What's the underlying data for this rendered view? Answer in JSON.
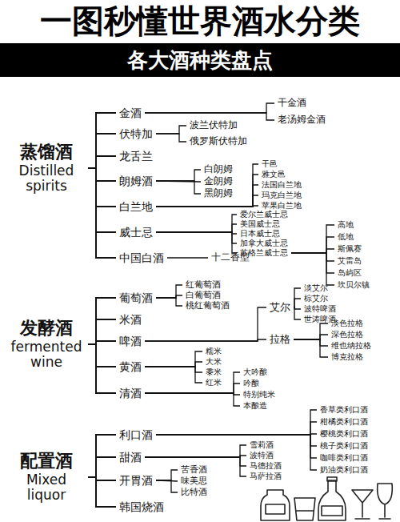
{
  "diagram": {
    "title": "一图秒懂世界酒水分类",
    "nodes": [
      {
        "text": [
          "蒸馏酒",
          "Distilled spirits"
        ]
      },
      {
        "text": [
          "金酒"
        ]
      },
      {
        "text": [
          "干金酒"
        ]
      },
      {
        "text": [
          "老汤姆金酒"
        ]
      },
      {
        "text": [
          "伏特加"
        ]
      },
      {
        "text": [
          "波兰伏特加"
        ]
      },
      {
        "text": [
          "俄罗斯伏特加"
        ]
      },
      {
        "text": [
          "龙舌兰"
        ]
      },
      {
        "text": [
          "朗姆酒"
        ]
      },
      {
        "text": [
          "白朗姆"
        ]
      },
      {
        "text": [
          "金朗姆"
        ]
      },
      {
        "text": [
          "黑朗姆"
        ]
      },
      {
        "text": [
          "白兰地"
        ]
      },
      {
        "text": [
          "干邑"
        ]
      },
      {
        "text": [
          "雅文邑"
        ]
      },
      {
        "text": [
          "法国白兰地"
        ]
      },
      {
        "text": [
          "玛克白兰地"
        ]
      },
      {
        "text": [
          "苹果白兰地"
        ]
      },
      {
        "text": [
          "威士忌"
        ]
      },
      {
        "text": [
          "爱尔兰威士忌"
        ]
      },
      {
        "text": [
          "美国威士忌"
        ]
      },
      {
        "text": [
          "日本威士忌"
        ]
      },
      {
        "text": [
          "加拿大威士忌"
        ]
      },
      {
        "text": [
          "苏格兰威士忌"
        ]
      },
      {
        "text": [
          "高地"
        ]
      },
      {
        "text": [
          "低地"
        ]
      },
      {
        "text": [
          "斯佩赛"
        ]
      },
      {
        "text": [
          "艾雷岛"
        ]
      },
      {
        "text": [
          "岛屿区"
        ]
      },
      {
        "text": [
          "坎贝尔镇"
        ]
      },
      {
        "text": [
          "中国白酒"
        ]
      },
      {
        "text": [
          "十二香型"
        ]
      },
      {
        "text": [
          "发酵酒",
          "fermented wine"
        ]
      },
      {
        "text": [
          "葡萄酒"
        ]
      },
      {
        "text": [
          "红葡萄酒"
        ]
      },
      {
        "text": [
          "白葡萄酒"
        ]
      },
      {
        "text": [
          "桃红葡萄酒"
        ]
      },
      {
        "text": [
          "米酒"
        ]
      },
      {
        "text": [
          "啤酒"
        ]
      },
      {
        "text": [
          "艾尔"
        ]
      },
      {
        "text": [
          "淡艾尔"
        ]
      },
      {
        "text": [
          "棕艾尔"
        ]
      },
      {
        "text": [
          "波特啤酒"
        ]
      },
      {
        "text": [
          "世涛啤酒"
        ]
      },
      {
        "text": [
          "拉格"
        ]
      },
      {
        "text": [
          "淡色拉格"
        ]
      },
      {
        "text": [
          "深色拉格"
        ]
      },
      {
        "text": [
          "维也纳拉格"
        ]
      },
      {
        "text": [
          "博克拉格"
        ]
      },
      {
        "text": [
          "黄酒"
        ]
      },
      {
        "text": [
          "糯米"
        ]
      },
      {
        "text": [
          "大米"
        ]
      },
      {
        "text": [
          "黍米"
        ]
      },
      {
        "text": [
          "红米"
        ]
      },
      {
        "text": [
          "清酒"
        ]
      },
      {
        "text": [
          "大吟酿"
        ]
      },
      {
        "text": [
          "吟酿"
        ]
      },
      {
        "text": [
          "特别纯米"
        ]
      },
      {
        "text": [
          "本酿造"
        ]
      },
      {
        "text": [
          "配置酒",
          "Mixed liquor"
        ]
      },
      {
        "text": [
          "利口酒"
        ]
      },
      {
        "text": [
          "香草类利口酒"
        ]
      },
      {
        "text": [
          "柑橘类利口酒"
        ]
      },
      {
        "text": [
          "樱桃类利口酒"
        ]
      },
      {
        "text": [
          "桃子类利口酒"
        ]
      },
      {
        "text": [
          "咖啡类利口酒"
        ]
      },
      {
        "text": [
          "奶油类利口酒"
        ]
      },
      {
        "text": [
          "甜酒"
        ]
      },
      {
        "text": [
          "雪莉酒"
        ]
      },
      {
        "text": [
          "波特酒"
        ]
      },
      {
        "text": [
          "马德拉酒"
        ]
      },
      {
        "text": [
          "马萨拉酒"
        ]
      },
      {
        "text": [
          "开胃酒"
        ]
      },
      {
        "text": [
          "苦香酒"
        ]
      },
      {
        "text": [
          "味美思"
        ]
      },
      {
        "text": [
          "比特酒"
        ]
      },
      {
        "text": [
          "韩国烧酒"
        ]
      }
    ],
    "edges": [
      {
        "from": 0,
        "to": 1,
        "arrow": "none"
      },
      {
        "from": 0,
        "to": 4,
        "arrow": "none"
      },
      {
        "from": 0,
        "to": 7,
        "arrow": "none"
      },
      {
        "from": 0,
        "to": 8,
        "arrow": "none"
      },
      {
        "from": 0,
        "to": 12,
        "arrow": "none"
      },
      {
        "from": 0,
        "to": 18,
        "arrow": "none"
      },
      {
        "from": 0,
        "to": 30,
        "arrow": "none"
      },
      {
        "from": 1,
        "to": 2,
        "arrow": "none"
      },
      {
        "from": 1,
        "to": 3,
        "arrow": "none"
      },
      {
        "from": 4,
        "to": 5,
        "arrow": "none"
      },
      {
        "from": 4,
        "to": 6,
        "arrow": "none"
      },
      {
        "from": 8,
        "to": 9,
        "arrow": "none"
      },
      {
        "from": 8,
        "to": 10,
        "arrow": "none"
      },
      {
        "from": 8,
        "to": 11,
        "arrow": "none"
      },
      {
        "from": 12,
        "to": 13,
        "arrow": "none"
      },
      {
        "from": 12,
        "to": 14,
        "arrow": "none"
      },
      {
        "from": 12,
        "to": 15,
        "arrow": "none"
      },
      {
        "from": 12,
        "to": 16,
        "arrow": "none"
      },
      {
        "from": 12,
        "to": 17,
        "arrow": "none"
      },
      {
        "from": 18,
        "to": 19,
        "arrow": "none"
      },
      {
        "from": 18,
        "to": 20,
        "arrow": "none"
      },
      {
        "from": 18,
        "to": 21,
        "arrow": "none"
      },
      {
        "from": 18,
        "to": 22,
        "arrow": "none"
      },
      {
        "from": 18,
        "to": 23,
        "arrow": "none"
      },
      {
        "from": 23,
        "to": 24,
        "arrow": "none"
      },
      {
        "from": 23,
        "to": 25,
        "arrow": "none"
      },
      {
        "from": 23,
        "to": 26,
        "arrow": "none"
      },
      {
        "from": 23,
        "to": 27,
        "arrow": "none"
      },
      {
        "from": 23,
        "to": 28,
        "arrow": "none"
      },
      {
        "from": 23,
        "to": 29,
        "arrow": "none"
      },
      {
        "from": 30,
        "to": 31,
        "arrow": "none"
      },
      {
        "from": 32,
        "to": 33,
        "arrow": "none"
      },
      {
        "from": 32,
        "to": 37,
        "arrow": "none"
      },
      {
        "from": 32,
        "to": 38,
        "arrow": "none"
      },
      {
        "from": 32,
        "to": 49,
        "arrow": "none"
      },
      {
        "from": 32,
        "to": 54,
        "arrow": "none"
      },
      {
        "from": 33,
        "to": 34,
        "arrow": "none"
      },
      {
        "from": 33,
        "to": 35,
        "arrow": "none"
      },
      {
        "from": 33,
        "to": 36,
        "arrow": "none"
      },
      {
        "from": 38,
        "to": 39,
        "arrow": "none"
      },
      {
        "from": 38,
        "to": 44,
        "arrow": "none"
      },
      {
        "from": 39,
        "to": 40,
        "arrow": "none"
      },
      {
        "from": 39,
        "to": 41,
        "arrow": "none"
      },
      {
        "from": 39,
        "to": 42,
        "arrow": "none"
      },
      {
        "from": 39,
        "to": 43,
        "arrow": "none"
      },
      {
        "from": 44,
        "to": 45,
        "arrow": "none"
      },
      {
        "from": 44,
        "to": 46,
        "arrow": "none"
      },
      {
        "from": 44,
        "to": 47,
        "arrow": "none"
      },
      {
        "from": 44,
        "to": 48,
        "arrow": "none"
      },
      {
        "from": 49,
        "to": 50,
        "arrow": "none"
      },
      {
        "from": 49,
        "to": 51,
        "arrow": "none"
      },
      {
        "from": 49,
        "to": 52,
        "arrow": "none"
      },
      {
        "from": 49,
        "to": 53,
        "arrow": "none"
      },
      {
        "from": 54,
        "to": 55,
        "arrow": "none"
      },
      {
        "from": 54,
        "to": 56,
        "arrow": "none"
      },
      {
        "from": 54,
        "to": 57,
        "arrow": "none"
      },
      {
        "from": 54,
        "to": 58,
        "arrow": "none"
      },
      {
        "from": 59,
        "to": 60,
        "arrow": "none"
      },
      {
        "from": 59,
        "to": 67,
        "arrow": "none"
      },
      {
        "from": 59,
        "to": 72,
        "arrow": "none"
      },
      {
        "from": 59,
        "to": 76,
        "arrow": "none"
      },
      {
        "from": 60,
        "to": 61,
        "arrow": "none"
      },
      {
        "from": 60,
        "to": 62,
        "arrow": "none"
      },
      {
        "from": 60,
        "to": 63,
        "arrow": "none"
      },
      {
        "from": 60,
        "to": 64,
        "arrow": "none"
      },
      {
        "from": 60,
        "to": 65,
        "arrow": "none"
      },
      {
        "from": 60,
        "to": 66,
        "arrow": "none"
      },
      {
        "from": 67,
        "to": 68,
        "arrow": "none"
      },
      {
        "from": 67,
        "to": 69,
        "arrow": "none"
      },
      {
        "from": 67,
        "to": 70,
        "arrow": "none"
      },
      {
        "from": 67,
        "to": 71,
        "arrow": "none"
      },
      {
        "from": 72,
        "to": 73,
        "arrow": "none"
      },
      {
        "from": 72,
        "to": 74,
        "arrow": "none"
      },
      {
        "from": 72,
        "to": 75,
        "arrow": "none"
      }
    ],
    "labels": [
      "各大酒种类盘点"
    ]
  }
}
